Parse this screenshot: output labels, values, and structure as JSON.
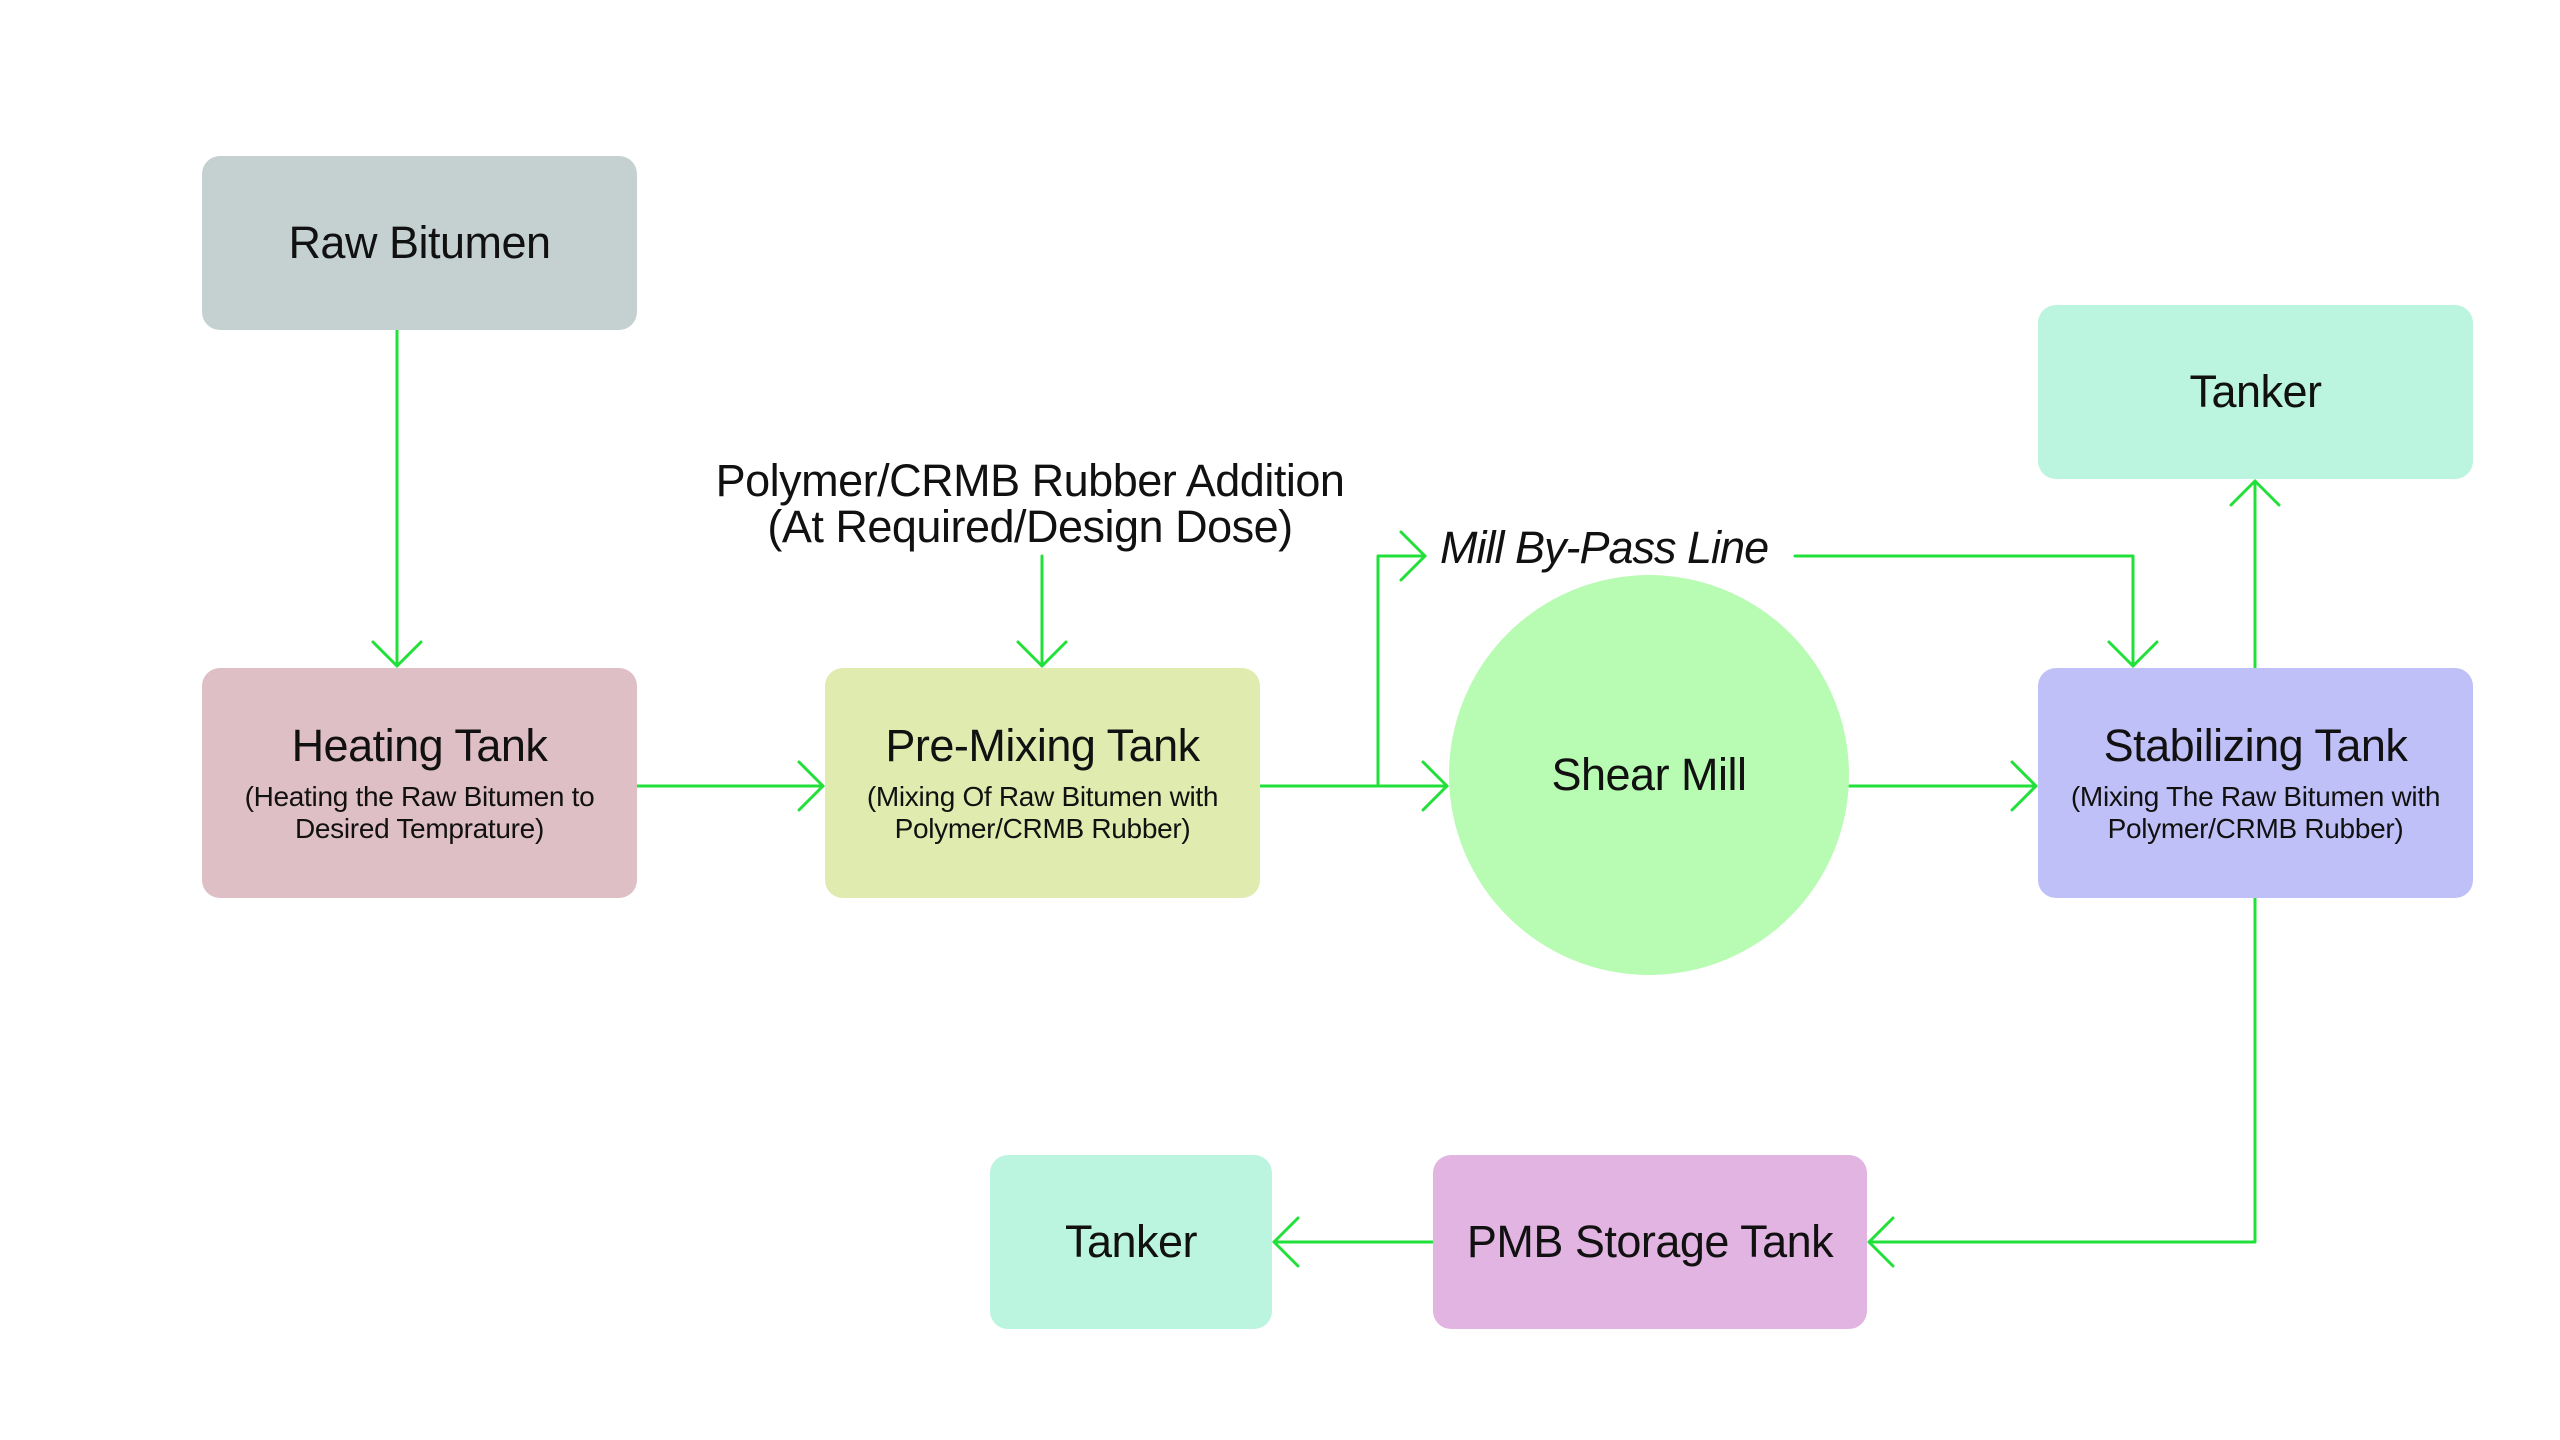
{
  "diagram": {
    "colors": {
      "arrow": "#22e03a",
      "raw_bitumen": "#c5d1d1",
      "heating_tank": "#dfbfc6",
      "pre_mixing_tank": "#dfebaf",
      "shear_mill": "#b8fbb2",
      "stabilizing_tank": "#c0c0f8",
      "tanker": "#bbf5df",
      "pmb_storage_tank": "#e2b4e2"
    },
    "nodes": {
      "raw_bitumen": {
        "title": "Raw Bitumen"
      },
      "heating_tank": {
        "title": "Heating Tank",
        "subtitle_line1": "(Heating the Raw Bitumen to",
        "subtitle_line2": "Desired Temprature)"
      },
      "pre_mixing_tank": {
        "title": "Pre-Mixing Tank",
        "subtitle_line1": "(Mixing Of Raw Bitumen with",
        "subtitle_line2": "Polymer/CRMB Rubber)"
      },
      "shear_mill": {
        "title": "Shear Mill"
      },
      "stabilizing_tank": {
        "title": "Stabilizing Tank",
        "subtitle_line1": "(Mixing The Raw Bitumen with",
        "subtitle_line2": "Polymer/CRMB Rubber)"
      },
      "tanker_top": {
        "title": "Tanker"
      },
      "pmb_storage_tank": {
        "title": "PMB Storage Tank"
      },
      "tanker_bottom": {
        "title": "Tanker"
      }
    },
    "annotations": {
      "polymer_addition_line1": "Polymer/CRMB Rubber Addition",
      "polymer_addition_line2": "(At Required/Design Dose)",
      "mill_bypass": "Mill By-Pass Line"
    },
    "edges": [
      {
        "from": "Raw Bitumen",
        "to": "Heating Tank"
      },
      {
        "from": "Polymer/CRMB Rubber Addition",
        "to": "Pre-Mixing Tank"
      },
      {
        "from": "Heating Tank",
        "to": "Pre-Mixing Tank"
      },
      {
        "from": "Pre-Mixing Tank",
        "to": "Shear Mill"
      },
      {
        "from": "Pre-Mixing Tank",
        "to": "Stabilizing Tank",
        "via": "Mill By-Pass Line"
      },
      {
        "from": "Shear Mill",
        "to": "Stabilizing Tank"
      },
      {
        "from": "Stabilizing Tank",
        "to": "Tanker (top)"
      },
      {
        "from": "Stabilizing Tank",
        "to": "PMB Storage Tank"
      },
      {
        "from": "PMB Storage Tank",
        "to": "Tanker (bottom)"
      }
    ]
  }
}
